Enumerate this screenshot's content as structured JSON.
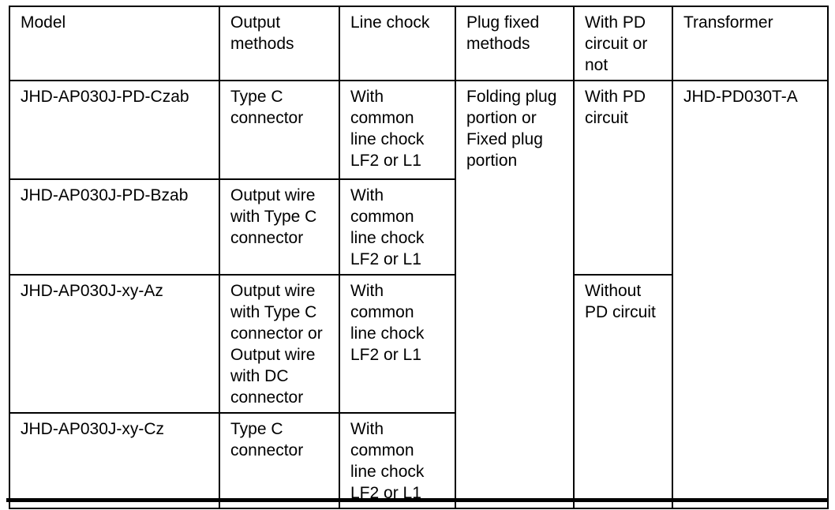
{
  "page": {
    "background_color": "#ffffff",
    "text_color": "#000000",
    "border_color": "#000000"
  },
  "table": {
    "headers": {
      "model": "Model",
      "output": "Output\nmethods",
      "line_chock": "Line chock",
      "plug_fixed": "Plug fixed\nmethods",
      "pd": "With PD\ncircuit or\nnot",
      "transformer": "Transformer"
    },
    "rows": [
      {
        "model": "JHD-AP030J-PD-Czab",
        "output": "Type C\nconnector",
        "line_chock": "With\ncommon\nline chock\nLF2 or L1",
        "plug_fixed": "Folding plug\nportion or\nFixed plug\nportion",
        "pd": "With PD\ncircuit",
        "transformer": "JHD-PD030T-A"
      },
      {
        "model": "JHD-AP030J-PD-Bzab",
        "output": "Output wire\nwith Type C\nconnector",
        "line_chock": "With\ncommon\nline chock\nLF2 or L1"
      },
      {
        "model": "JHD-AP030J-xy-Az",
        "output": "Output wire\nwith Type C\nconnector or\nOutput wire\nwith DC\nconnector",
        "line_chock": "With\ncommon\nline chock\nLF2 or L1",
        "pd": "Without\nPD circuit"
      },
      {
        "model": "JHD-AP030J-xy-Cz",
        "output": "Type C\nconnector",
        "line_chock": "With\ncommon\nline chock\nLF2 or L1"
      }
    ]
  }
}
